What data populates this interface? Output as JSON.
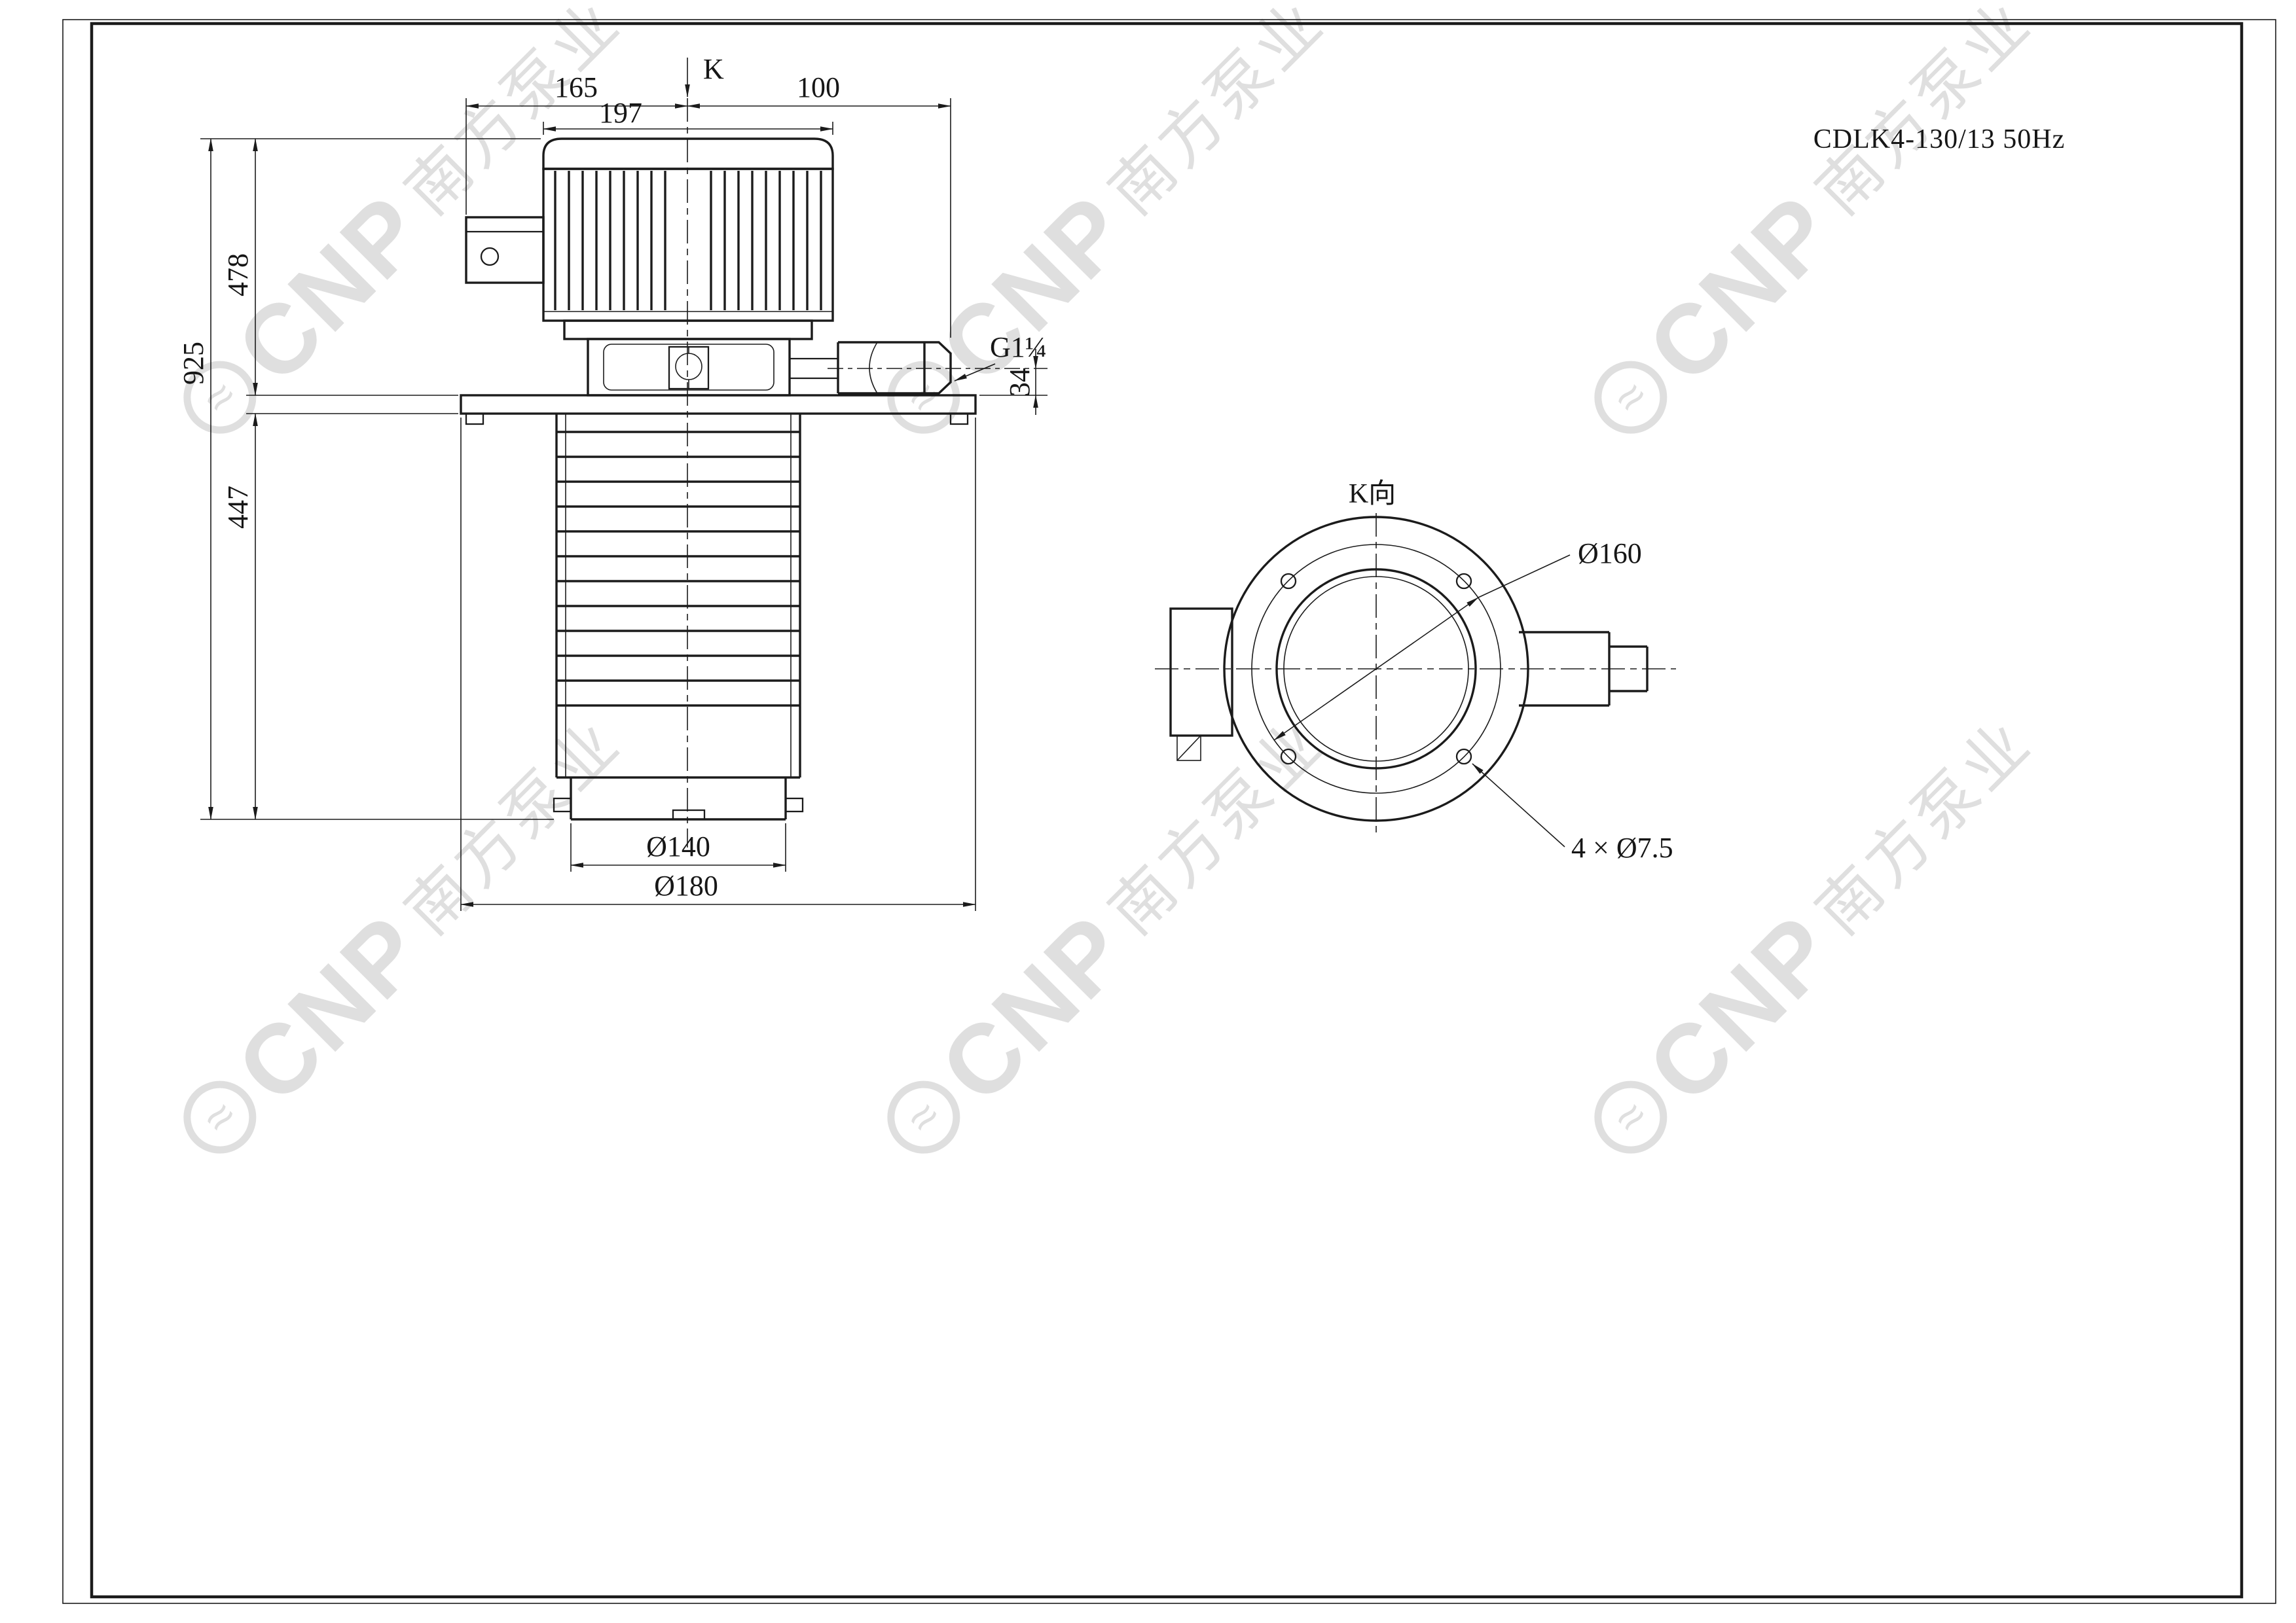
{
  "title": "CDLK4-130/13 50Hz",
  "side_view": {
    "view_arrow_label": "K",
    "dim_165": "165",
    "dim_100": "100",
    "dim_197": "197",
    "dim_478": "478",
    "dim_925": "925",
    "dim_447": "447",
    "dim_34": "34",
    "thread_label": "G1¼",
    "dim_d140": "Ø140",
    "dim_d180": "Ø180"
  },
  "top_view": {
    "view_label": "K向",
    "dim_d160": "Ø160",
    "holes_label": "4 × Ø7.5"
  },
  "watermark": {
    "brand": "CNP",
    "brand_cn": "南方泵业",
    "logo_glyph": "≈"
  }
}
